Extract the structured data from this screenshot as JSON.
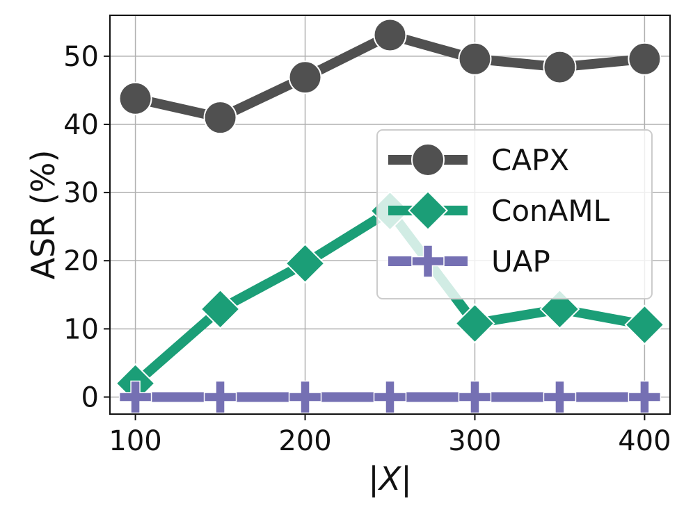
{
  "chart_data": {
    "type": "line",
    "xlabel": "|X|",
    "ylabel": "ASR (%)",
    "x": [
      100,
      150,
      200,
      250,
      300,
      350,
      400
    ],
    "xlim": [
      85,
      415
    ],
    "ylim": [
      -2.5,
      56
    ],
    "xticks": [
      100,
      200,
      300,
      400
    ],
    "yticks": [
      0,
      10,
      20,
      30,
      40,
      50
    ],
    "grid": true,
    "legend_position": "center-right",
    "series": [
      {
        "name": "CAPX",
        "marker": "circle",
        "color": "#505050",
        "values": [
          43.8,
          41.0,
          46.9,
          53.1,
          49.6,
          48.4,
          49.6
        ]
      },
      {
        "name": "ConAML",
        "marker": "diamond",
        "color": "#1b9e77",
        "values": [
          2.0,
          12.9,
          19.6,
          27.3,
          10.8,
          12.9,
          10.6
        ]
      },
      {
        "name": "UAP",
        "marker": "plus",
        "color": "#7570b3",
        "values": [
          0.0,
          0.0,
          0.0,
          0.0,
          0.0,
          0.0,
          0.0
        ]
      }
    ]
  }
}
